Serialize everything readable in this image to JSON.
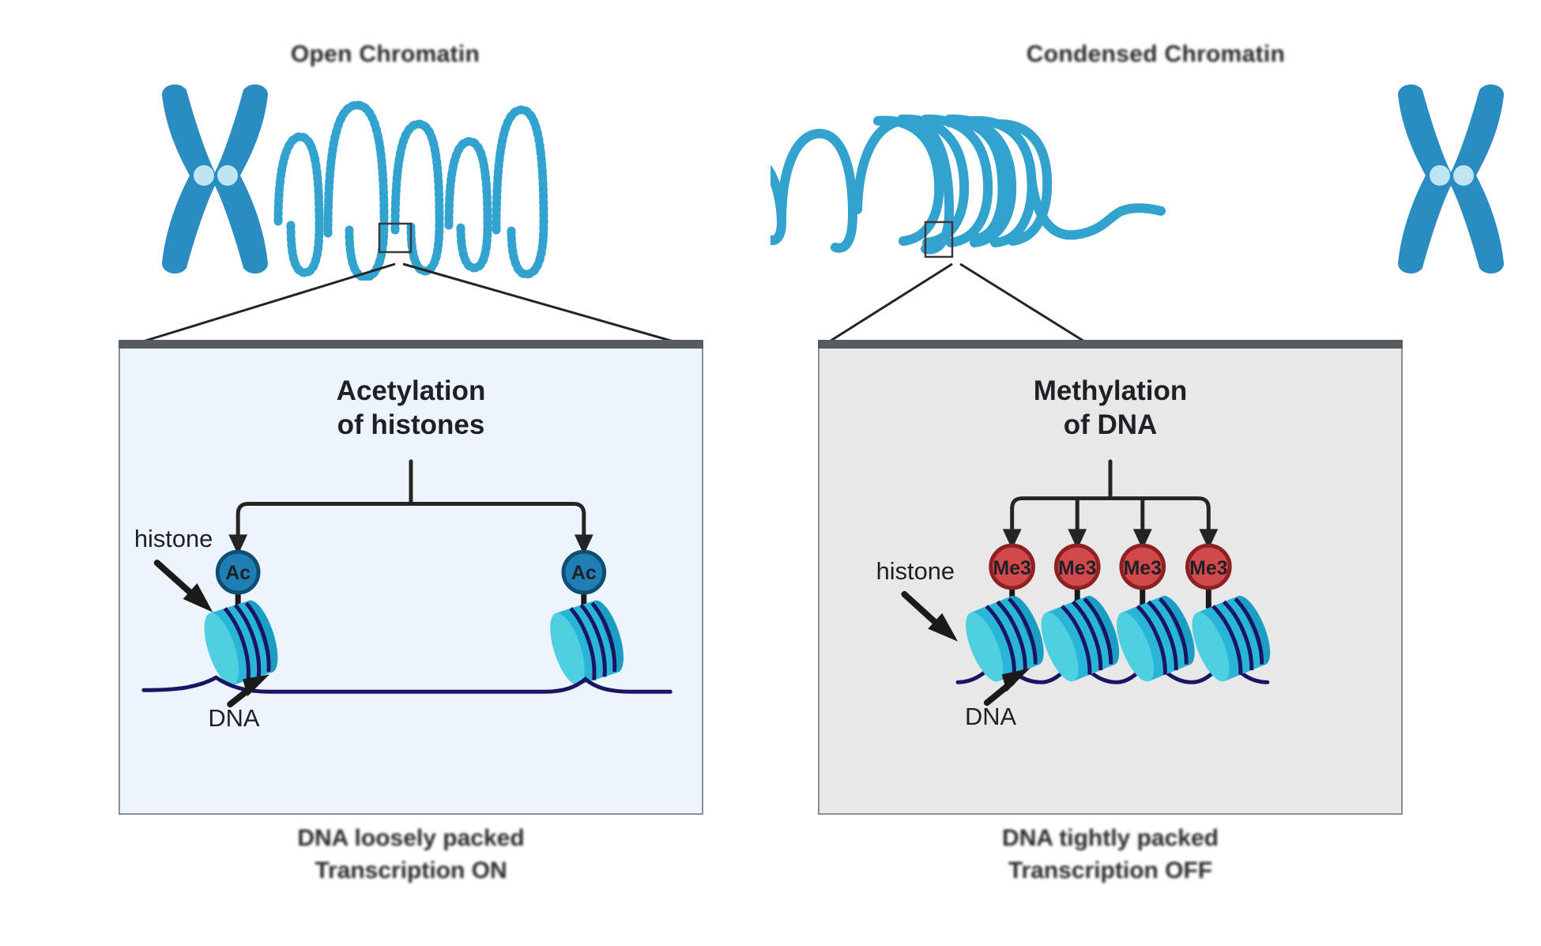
{
  "figure": {
    "background": "#ffffff",
    "colors": {
      "chromosome_blue": "#2a8cc0",
      "centromere": "#bfe4f3",
      "chromatin_fiber": "#32a2cf",
      "histone_light": "#4fd0e0",
      "histone_mid": "#29b5d8",
      "histone_dark": "#1a9ec4",
      "dna_navy": "#1b1464",
      "ac_fill": "#1f7fb5",
      "ac_stroke": "#0f4e73",
      "me3_fill": "#d1494a",
      "me3_stroke": "#8e1f22",
      "line_dark": "#242424",
      "panel_left_bg": "#eef4fb",
      "panel_right_bg": "#e8e8e8",
      "panel_border": "#8a8f94",
      "panel_topbar": "#565b60",
      "text_dark": "#1d2025"
    }
  },
  "left": {
    "chromatin_title": "Open Chromatin",
    "panel_heading_line1": "Acetylation",
    "panel_heading_line2": "of histones",
    "badges": [
      {
        "label": "Ac"
      },
      {
        "label": "Ac"
      }
    ],
    "annotations": {
      "histone": "histone",
      "dna": "DNA"
    },
    "caption_line1": "DNA loosely packed",
    "caption_line2": "Transcription ON"
  },
  "right": {
    "chromatin_title": "Condensed Chromatin",
    "panel_heading_line1": "Methylation",
    "panel_heading_line2": "of DNA",
    "badges": [
      {
        "label": "Me3"
      },
      {
        "label": "Me3"
      },
      {
        "label": "Me3"
      },
      {
        "label": "Me3"
      }
    ],
    "annotations": {
      "histone": "histone",
      "dna": "DNA"
    },
    "caption_line1": "DNA tightly packed",
    "caption_line2": "Transcription OFF"
  }
}
